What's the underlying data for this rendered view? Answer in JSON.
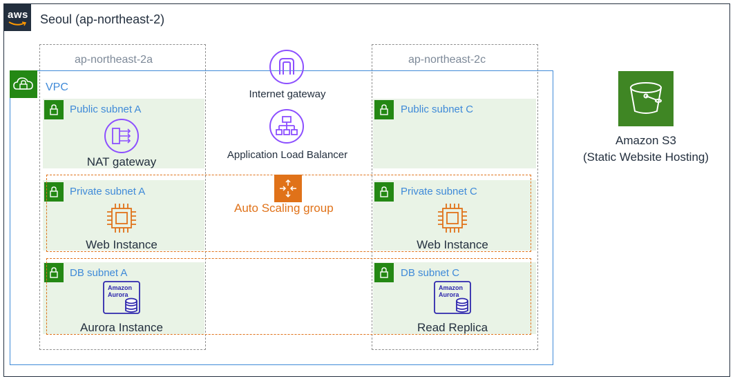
{
  "region": {
    "title": "Seoul (ap-northeast-2)",
    "logo_text": "aws"
  },
  "azs": [
    {
      "name": "ap-northeast-2a"
    },
    {
      "name": "ap-northeast-2c"
    }
  ],
  "vpc": {
    "title": "VPC"
  },
  "subnets": {
    "public_a": "Public subnet A",
    "public_c": "Public subnet C",
    "private_a": "Private subnet A",
    "private_c": "Private subnet C",
    "db_a": "DB subnet A",
    "db_c": "DB subnet C"
  },
  "services": {
    "nat_gateway": "NAT gateway",
    "internet_gateway": "Internet gateway",
    "alb": "Application Load Balancer",
    "web_a": "Web Instance",
    "web_c": "Web Instance",
    "aurora_a": "Aurora Instance",
    "replica_c": "Read Replica",
    "aurora_icon_text": [
      "Amazon",
      "Aurora"
    ]
  },
  "asg": {
    "title": "Auto Scaling group"
  },
  "s3": {
    "line1": "Amazon S3",
    "line2": "(Static Website Hosting)"
  },
  "colors": {
    "aws_dark": "#232f3e",
    "vpc_blue": "#3f8ad8",
    "subnet_green": "#248814",
    "subnet_bg": "#e9f3e6",
    "asg_orange": "#e07219",
    "network_purple": "#8c4fff",
    "db_blue": "#2e27ad",
    "s3_green": "#3f8624"
  }
}
